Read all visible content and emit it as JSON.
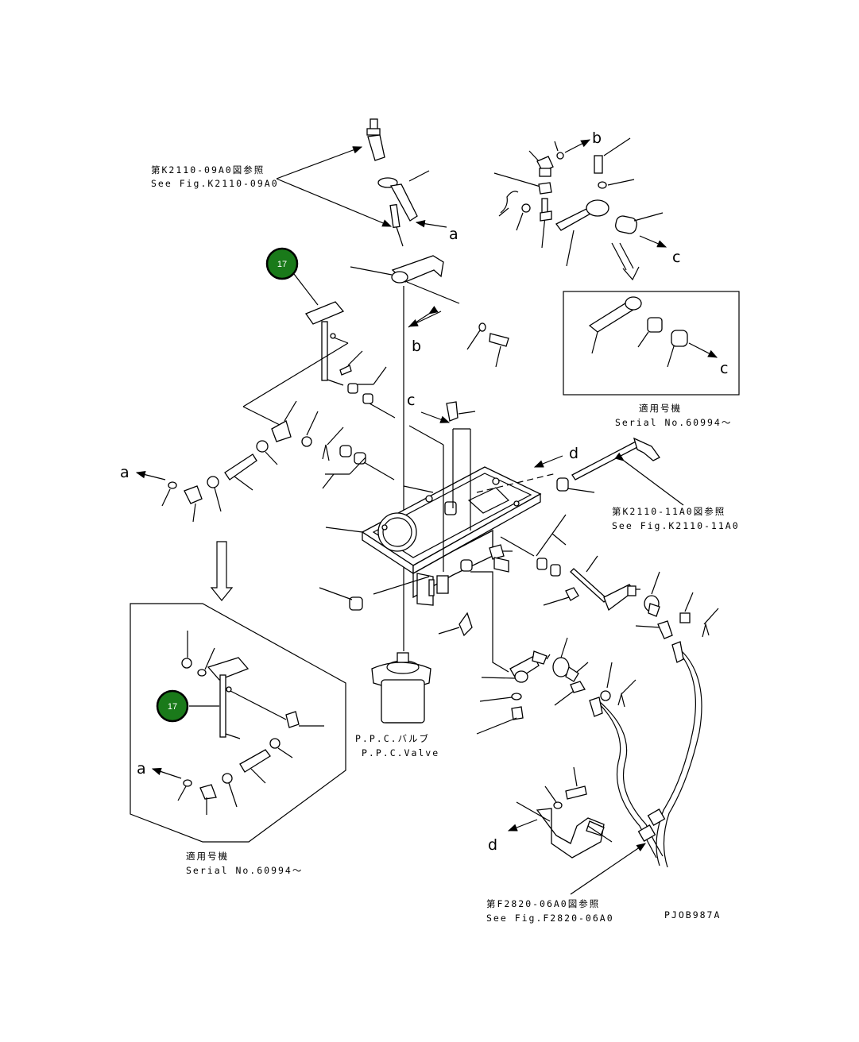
{
  "references": {
    "k2110_09a0_jp": "第K2110-09A0図参照",
    "k2110_09a0_en": "See Fig.K2110-09A0",
    "k2110_11a0_jp": "第K2110-11A0図参照",
    "k2110_11a0_en": "See Fig.K2110-11A0",
    "f2820_06a0_jp": "第F2820-06A0図参照",
    "f2820_06a0_en": "See Fig.F2820-06A0"
  },
  "serial": {
    "jp": "適用号機",
    "top_right_en": "Serial No.60994～",
    "bottom_left_en": "Serial No.60994～"
  },
  "ppc_valve": {
    "jp": "P.P.C.バルブ",
    "en": "P.P.C.Valve"
  },
  "arrow_letters": {
    "a": "a",
    "b": "b",
    "c": "c",
    "d": "d"
  },
  "badges": {
    "item_17": "17"
  },
  "colors": {
    "badge_fill": "#1a7a1a",
    "badge_ring": "#000000",
    "line": "#000000"
  },
  "drawing_code": "PJOB987A"
}
